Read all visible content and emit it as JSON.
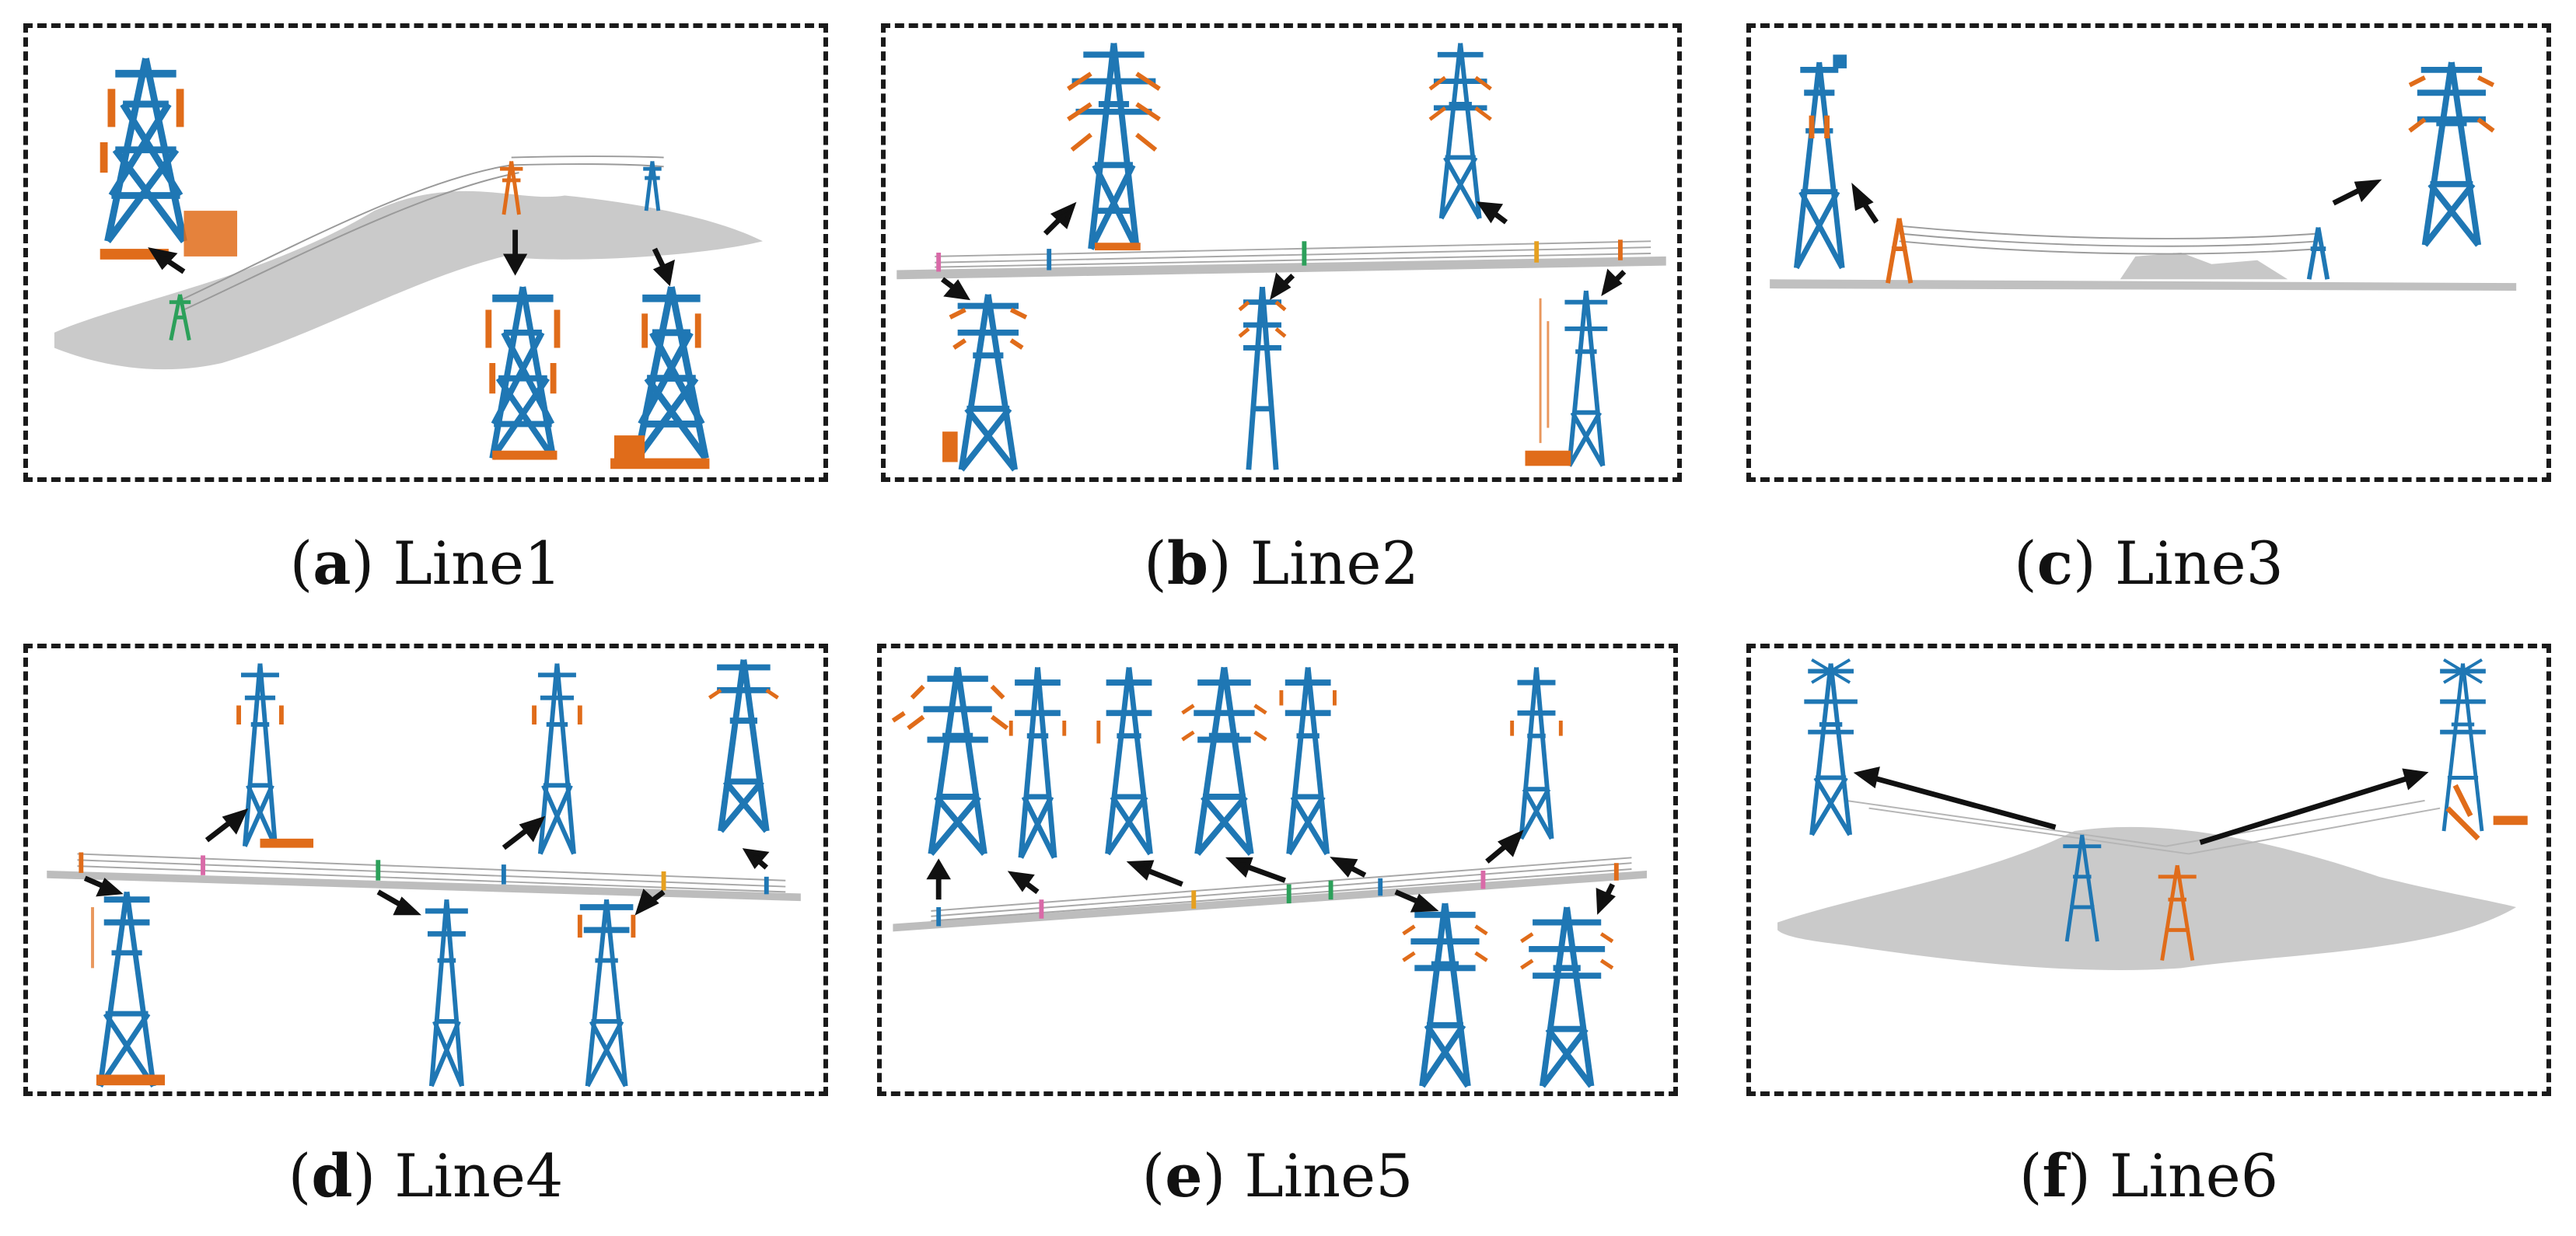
{
  "colors": {
    "ground": "#b8b8b8",
    "tower_blue": "#1f77b4",
    "tower_orange": "#e06c1a",
    "green": "#2ca05a",
    "pink": "#d96aa8",
    "yellow": "#e6a020",
    "arrow": "#111111",
    "frame": "#1a1a1a"
  },
  "panels": [
    {
      "key": "a",
      "name": "Line1"
    },
    {
      "key": "b",
      "name": "Line2"
    },
    {
      "key": "c",
      "name": "Line3"
    },
    {
      "key": "d",
      "name": "Line4"
    },
    {
      "key": "e",
      "name": "Line5"
    },
    {
      "key": "f",
      "name": "Line6"
    }
  ]
}
